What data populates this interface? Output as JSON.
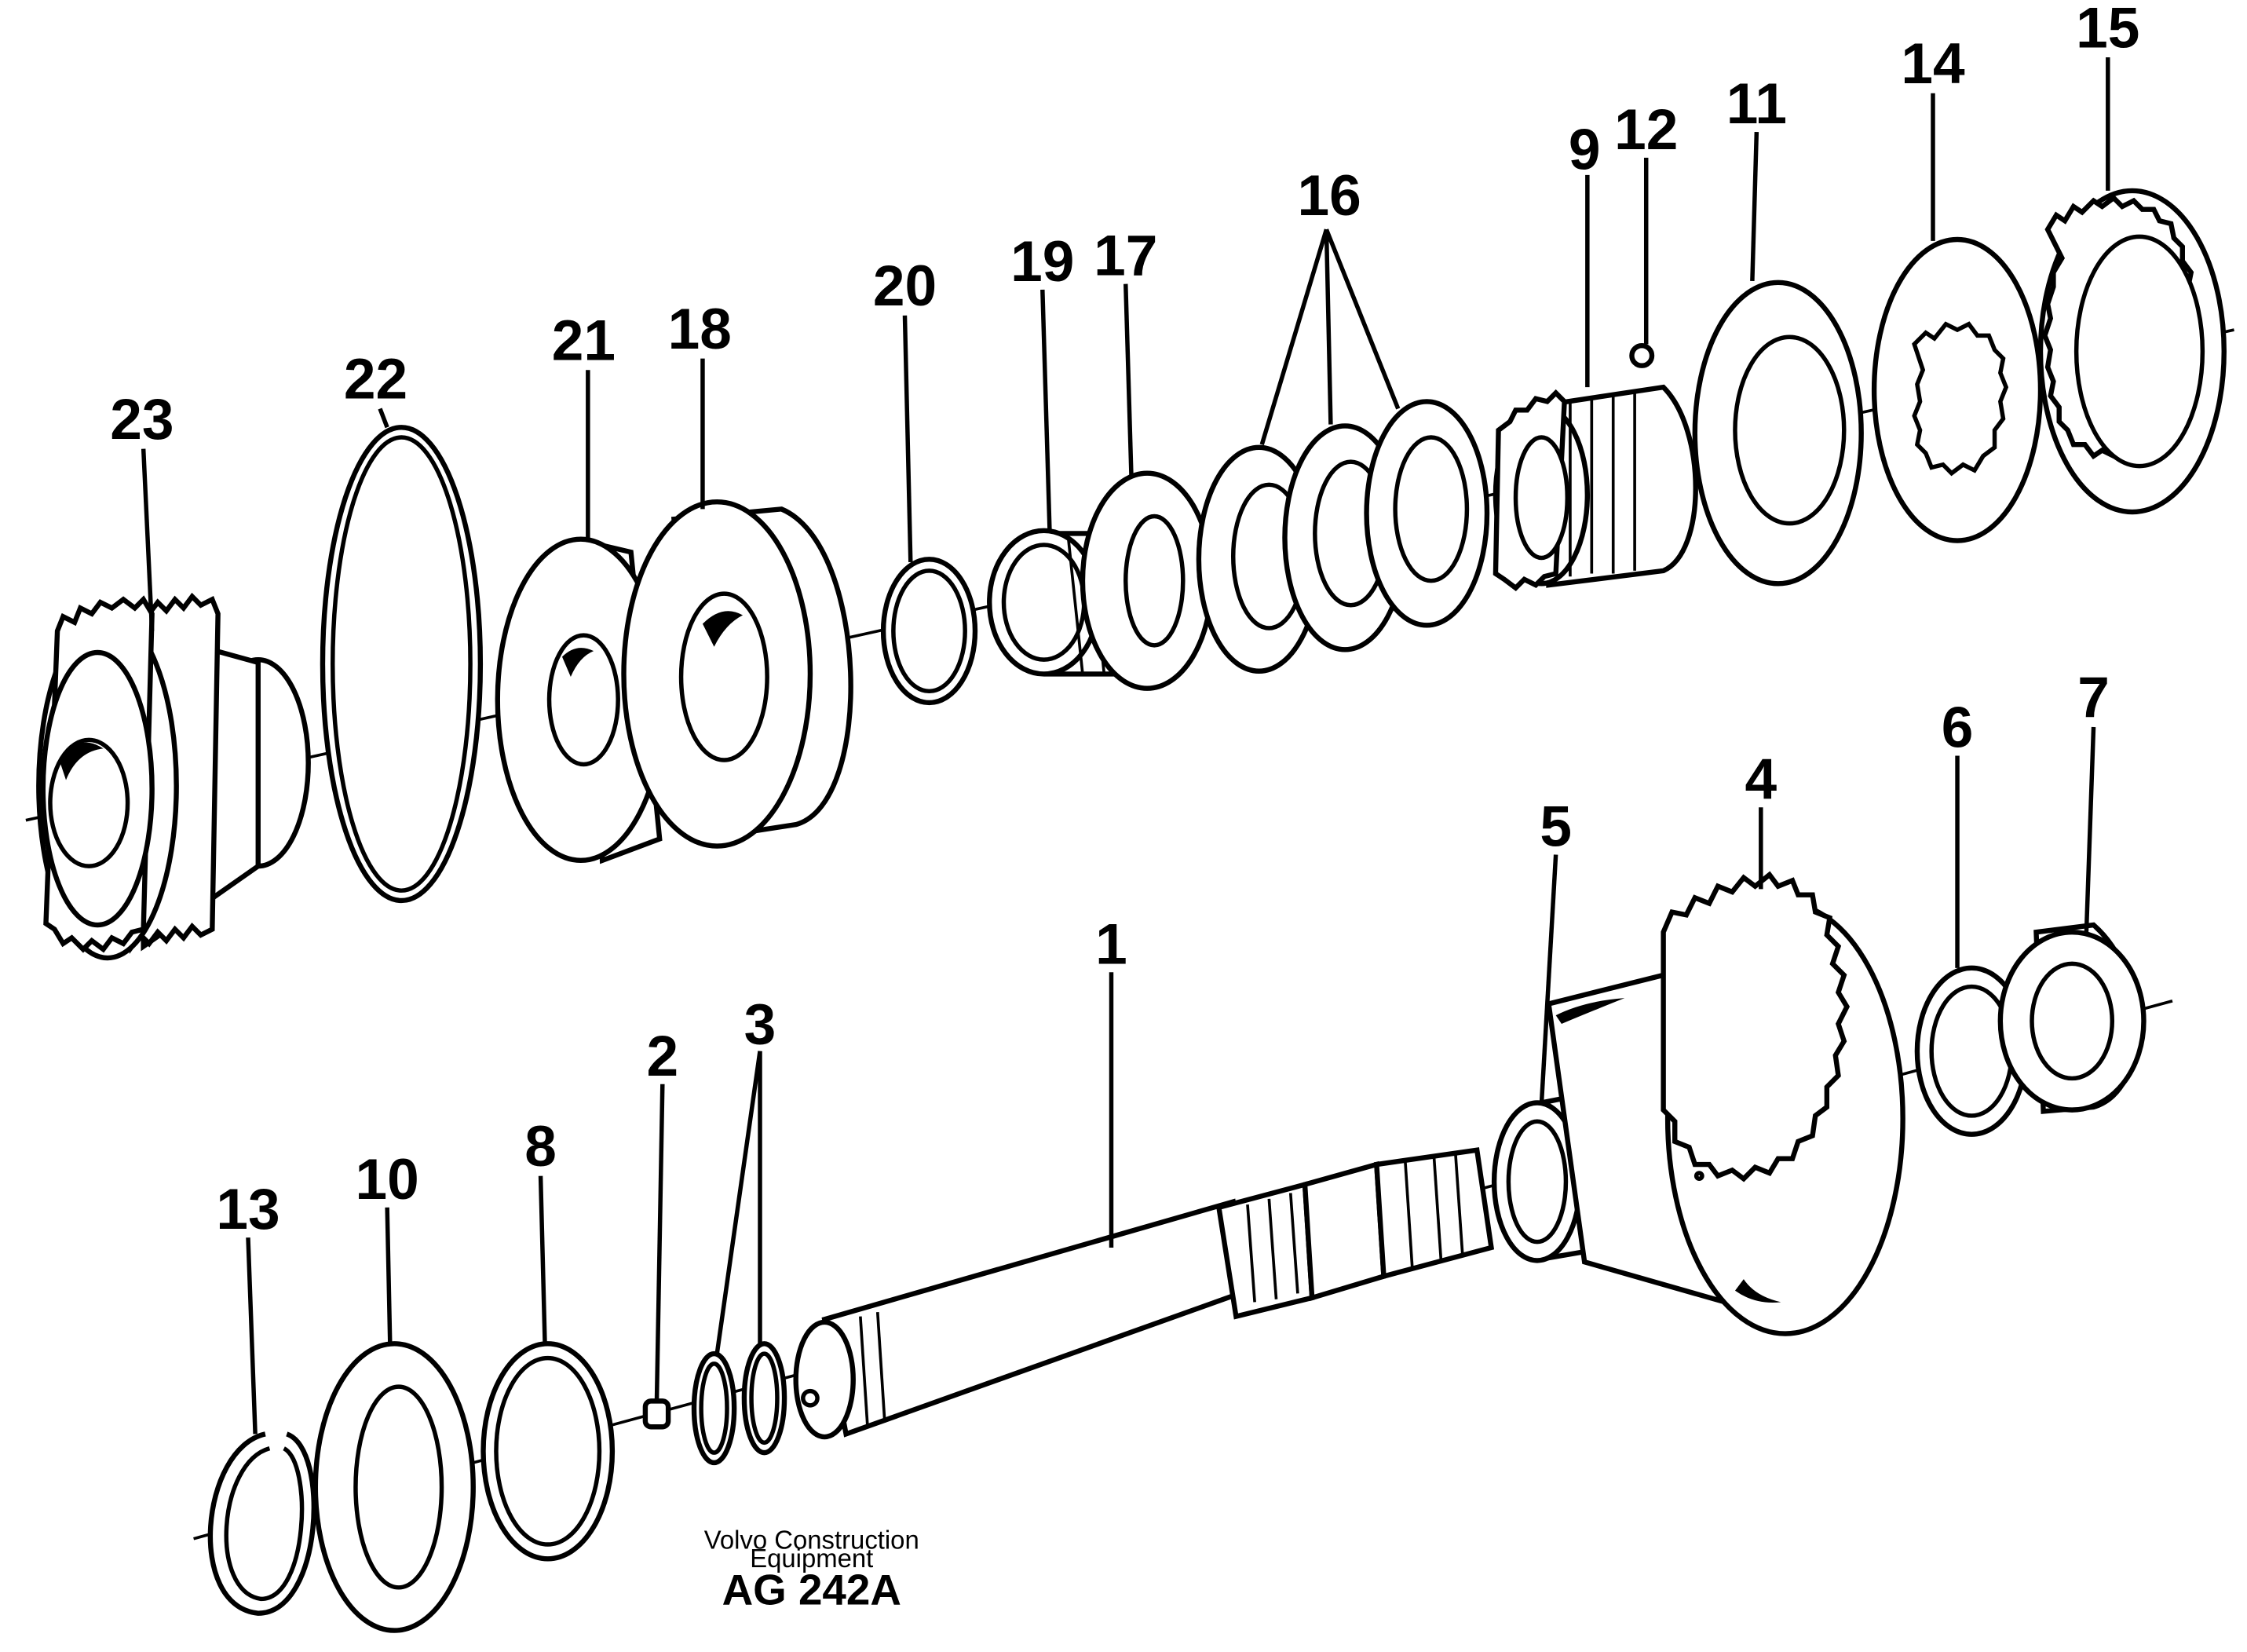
{
  "figure": {
    "part_numbers": [
      "1",
      "2",
      "3",
      "4",
      "5",
      "6",
      "7",
      "8",
      "9",
      "10",
      "11",
      "12",
      "13",
      "14",
      "15",
      "16",
      "17",
      "18",
      "19",
      "20",
      "21",
      "22",
      "23"
    ],
    "caption": {
      "line1": "Volvo Construction",
      "line2": "Equipment",
      "code": "AG 242A"
    }
  }
}
